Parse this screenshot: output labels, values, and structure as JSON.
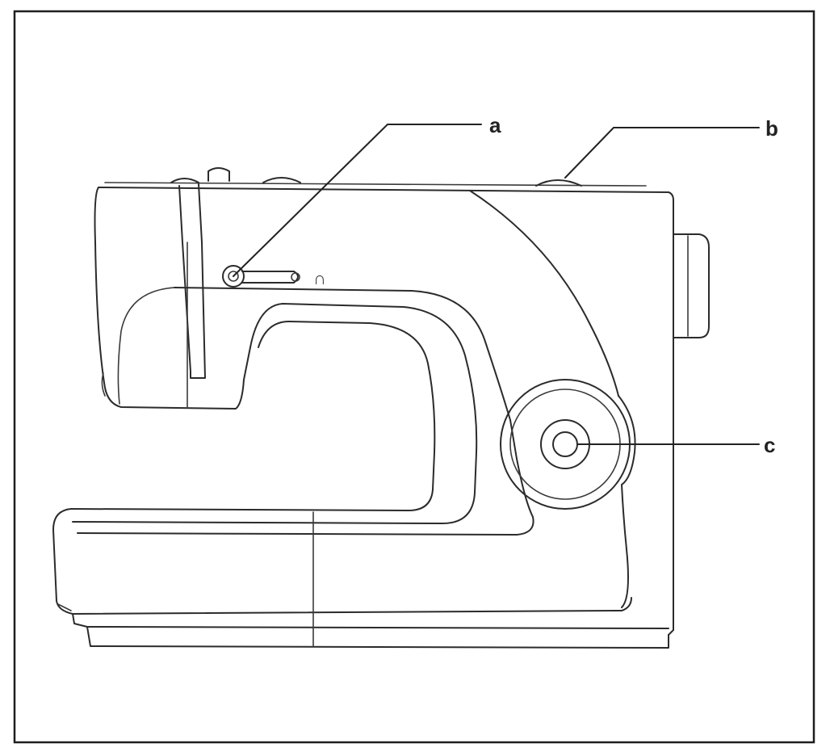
{
  "callouts": {
    "a": "a",
    "b": "b",
    "c": "c"
  },
  "lever_mark": "∩",
  "colors": {
    "line": "#2b2b2b",
    "background": "#ffffff"
  }
}
